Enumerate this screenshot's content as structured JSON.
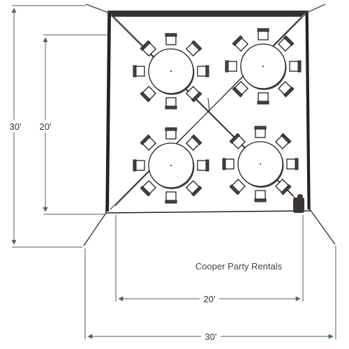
{
  "dimensions": {
    "outer_height": "30'",
    "inner_height": "20'",
    "inner_width": "20'",
    "outer_width": "30'"
  },
  "company": "Cooper Party Rentals",
  "layout": {
    "round_tables": 4,
    "chairs_per_table": 8
  },
  "colors": {
    "line": "#222222",
    "dimension_line": "#4a6a4a",
    "table_fill": "#ffffff",
    "chair_stroke": "#222222"
  }
}
